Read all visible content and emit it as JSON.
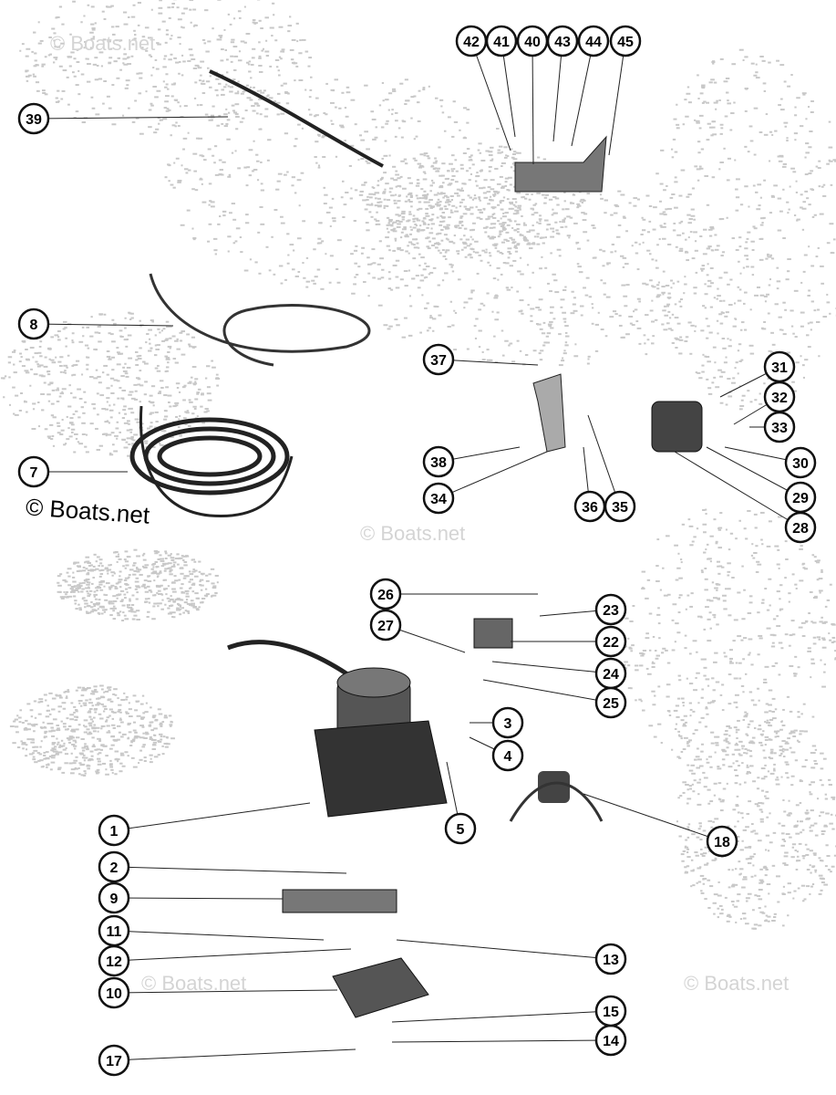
{
  "watermark": "© Boats.net",
  "callouts": [
    "1",
    "2",
    "3",
    "4",
    "5",
    "7",
    "8",
    "9",
    "10",
    "11",
    "12",
    "13",
    "14",
    "15",
    "17",
    "18",
    "22",
    "23",
    "24",
    "25",
    "26",
    "27",
    "28",
    "29",
    "30",
    "31",
    "32",
    "33",
    "34",
    "35",
    "36",
    "37",
    "38",
    "39",
    "40",
    "41",
    "42",
    "43",
    "44",
    "45"
  ],
  "colors": {
    "ink": "#1a1a1a",
    "speckle": "#c8c8c8"
  }
}
